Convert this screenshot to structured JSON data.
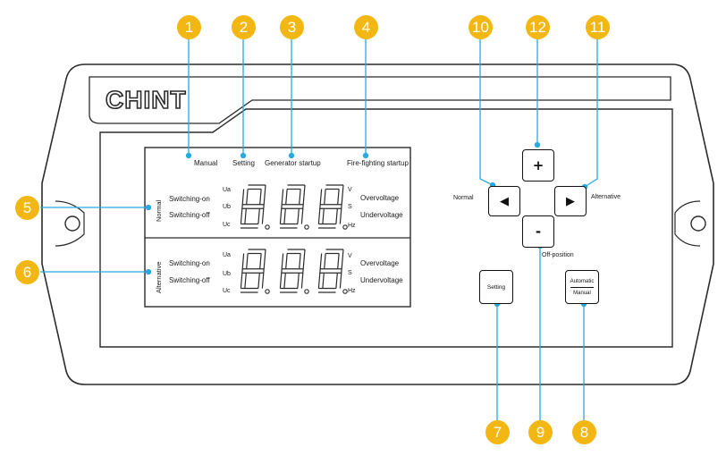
{
  "brand": {
    "logo_text": "CHINT"
  },
  "display": {
    "top_labels": {
      "manual": "Manual",
      "setting": "Setting",
      "generator": "Generator startup",
      "fire": "Fire-fighting startup"
    },
    "normal_row": {
      "side_label": "Normal",
      "switching_on": "Switching-on",
      "switching_off": "Switching-off",
      "phase_a": "Ua",
      "phase_b": "Ub",
      "phase_c": "Uc",
      "unit_v": "V",
      "unit_s": "S",
      "unit_hz": "Hz",
      "overvoltage": "Overvoltage",
      "undervoltage": "Undervoltage"
    },
    "alt_row": {
      "side_label": "Alternative",
      "switching_on": "Switching-on",
      "switching_off": "Switching-off",
      "phase_a": "Ua",
      "phase_b": "Ub",
      "phase_c": "Uc",
      "unit_v": "V",
      "unit_s": "S",
      "unit_hz": "Hz",
      "overvoltage": "Overvoltage",
      "undervoltage": "Undervoltage"
    }
  },
  "buttons": {
    "plus": "+",
    "minus": "-",
    "left": "◀",
    "right": "▶",
    "setting": "Setting",
    "auto_top": "Automatic",
    "auto_bottom": "Manual"
  },
  "button_labels": {
    "normal": "Normal",
    "alternative": "Alternative",
    "off_position": "Off-position"
  },
  "callouts": [
    "1",
    "2",
    "3",
    "4",
    "5",
    "6",
    "7",
    "8",
    "9",
    "10",
    "11",
    "12"
  ],
  "colors": {
    "callout": "#f2b713",
    "line": "#29a9e1",
    "outline": "#2b2b2b"
  }
}
